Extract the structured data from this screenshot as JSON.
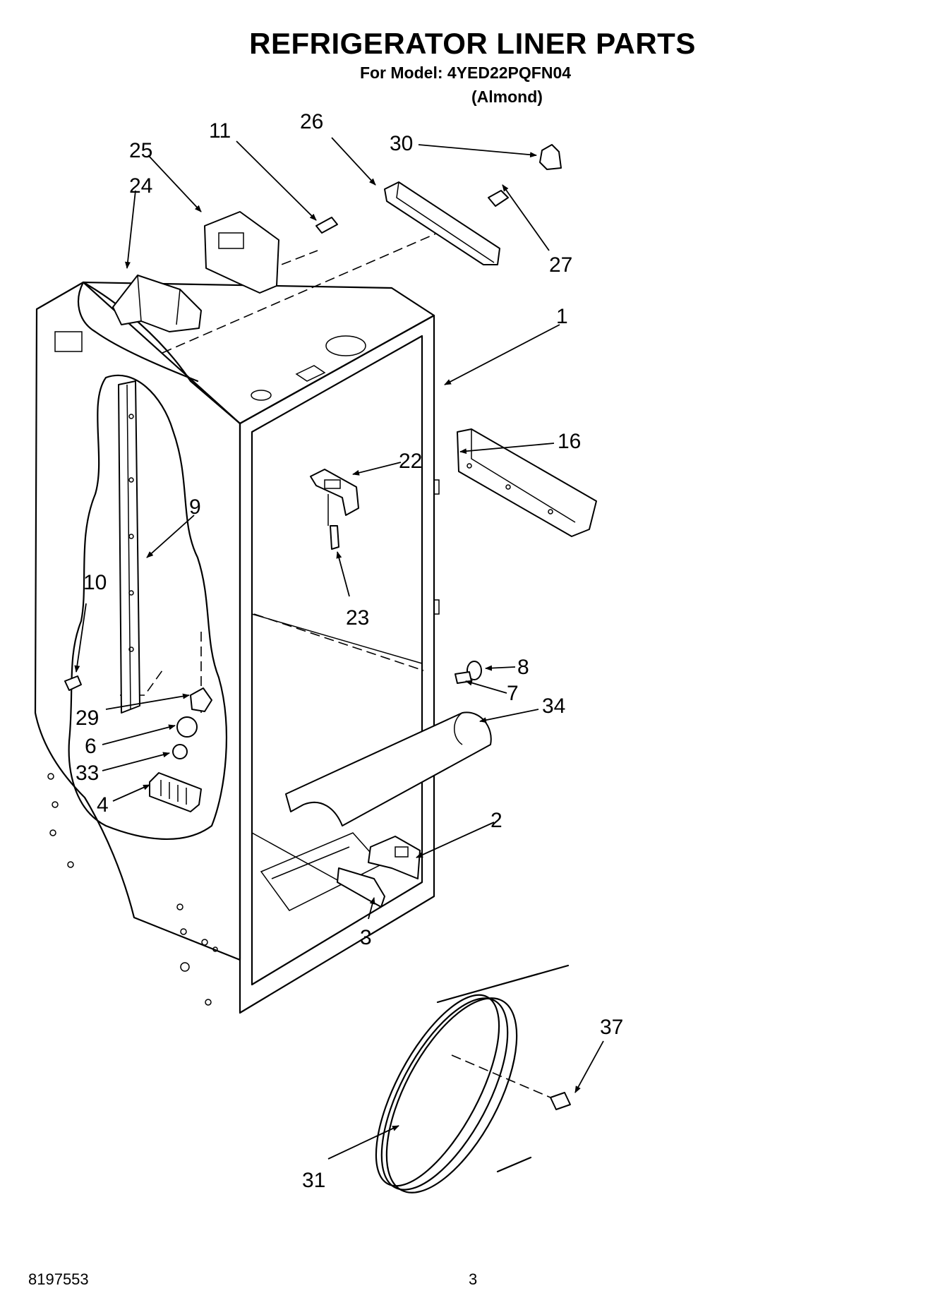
{
  "header": {
    "title": "REFRIGERATOR LINER PARTS",
    "model_line": "For Model: 4YED22PQFN04",
    "variant": "(Almond)"
  },
  "footer": {
    "document_number": "8197553",
    "page_number": "3"
  },
  "callouts": {
    "c1": "1",
    "c2": "2",
    "c3": "3",
    "c4": "4",
    "c6": "6",
    "c7": "7",
    "c8": "8",
    "c9": "9",
    "c10": "10",
    "c11": "11",
    "c16": "16",
    "c22": "22",
    "c23": "23",
    "c24": "24",
    "c25": "25",
    "c26": "26",
    "c27": "27",
    "c29": "29",
    "c30": "30",
    "c31": "31",
    "c33": "33",
    "c34": "34",
    "c37": "37"
  }
}
